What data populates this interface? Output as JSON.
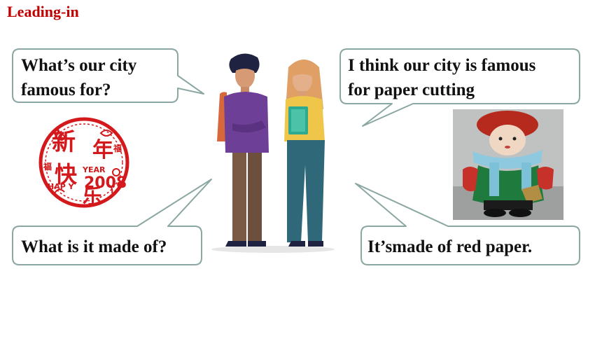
{
  "slide": {
    "title": "Leading-in"
  },
  "bubbles": {
    "top_left": {
      "line1": "What’s our city",
      "line2": "famous for?"
    },
    "top_right": {
      "line1": "I think our city is famous",
      "line2": "for paper cutting"
    },
    "bottom_left": {
      "text": "What is it made of?"
    },
    "bottom_right": {
      "text": "It’smade of red paper."
    }
  },
  "paper_cut": {
    "chars_big": [
      "新",
      "年",
      "快",
      "乐"
    ],
    "word_year": "YEAR",
    "word_happy": "HAP Y",
    "number": "2008",
    "fu_small": "福"
  },
  "colors": {
    "title": "#c00000",
    "bubble_border": "#8aa7a3",
    "paper_cut_red": "#d3191c"
  }
}
